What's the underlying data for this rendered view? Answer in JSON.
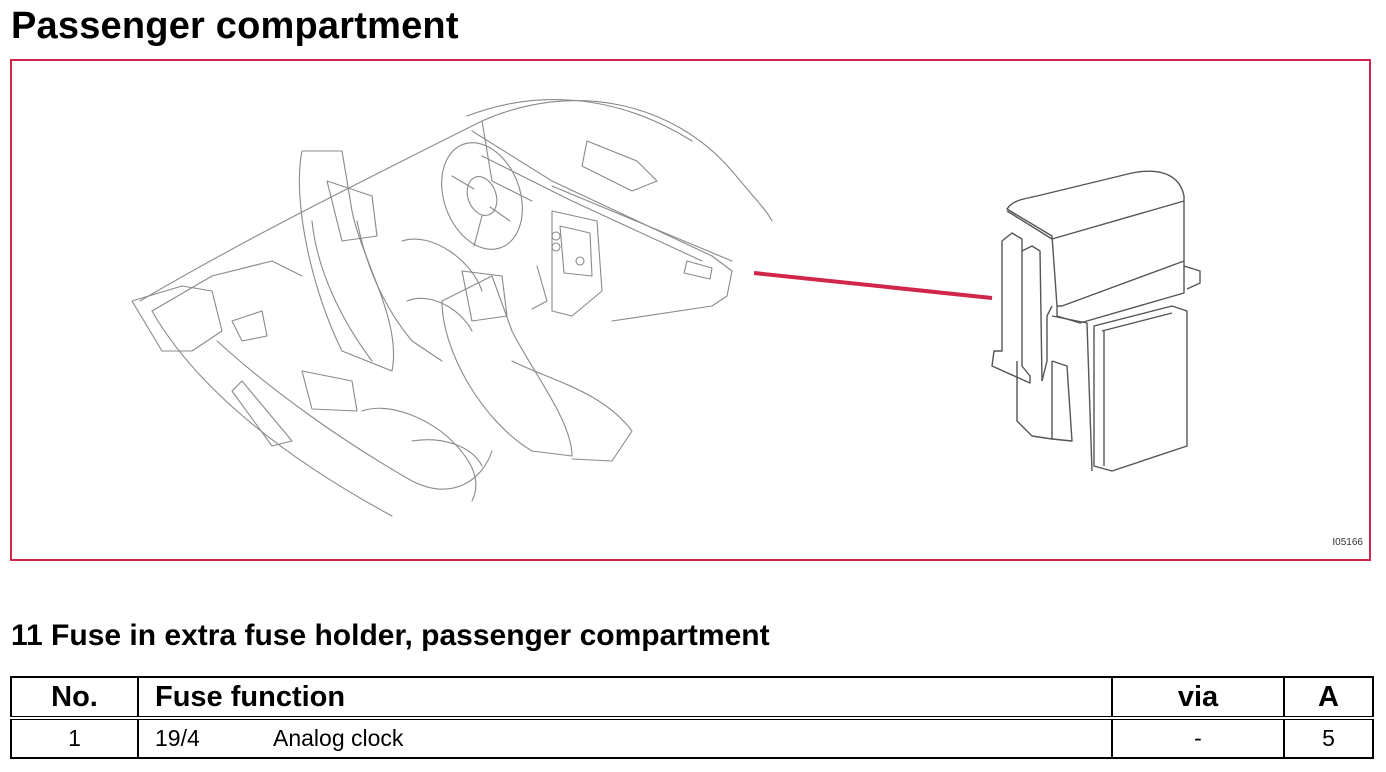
{
  "page": {
    "title": "Passenger compartment"
  },
  "figure": {
    "id_label": "I05166",
    "leader_color": "#d0264a",
    "frame_color": "#d0264a"
  },
  "section": {
    "title": "11 Fuse in extra fuse holder, passenger compartment"
  },
  "table": {
    "headers": {
      "no": "No.",
      "function": "Fuse function",
      "via": "via",
      "amp": "A"
    },
    "rows": [
      {
        "no": "1",
        "code": "19/4",
        "function": "Analog clock",
        "via": "-",
        "amp": "5"
      }
    ]
  }
}
